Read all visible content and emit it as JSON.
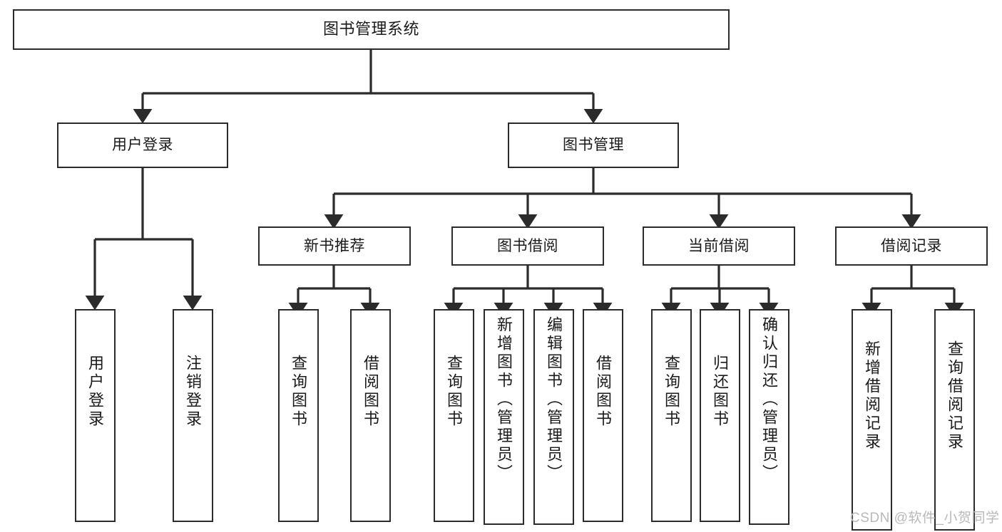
{
  "diagram": {
    "title": "图书管理系统",
    "type": "tree-hierarchy",
    "watermark": "CSDN @软件_小贺同学",
    "colors": {
      "stroke": "#2b2b2b",
      "fill": "#ffffff",
      "text": "#1a1a1a",
      "watermark": "#b9b9b9"
    },
    "nodes": {
      "root": {
        "label": "图书管理系统"
      },
      "level2": [
        {
          "id": "user-login",
          "label": "用户登录"
        },
        {
          "id": "book-manage",
          "label": "图书管理"
        }
      ],
      "level3": [
        {
          "id": "new-book-rec",
          "label": "新书推荐"
        },
        {
          "id": "book-borrow",
          "label": "图书借阅"
        },
        {
          "id": "current-borrow",
          "label": "当前借阅"
        },
        {
          "id": "borrow-record",
          "label": "借阅记录"
        }
      ],
      "leaves": {
        "user-login": [
          {
            "id": "leaf-user-login",
            "label": "用户登录"
          },
          {
            "id": "leaf-logout",
            "label": "注销登录"
          }
        ],
        "new-book-rec": [
          {
            "id": "leaf-query-book-1",
            "label": "查询图书"
          },
          {
            "id": "leaf-borrow-book-1",
            "label": "借阅图书"
          }
        ],
        "book-borrow": [
          {
            "id": "leaf-query-book-2",
            "label": "查询图书"
          },
          {
            "id": "leaf-add-book",
            "label": "新增图书（管理员）"
          },
          {
            "id": "leaf-edit-book",
            "label": "编辑图书（管理员）"
          },
          {
            "id": "leaf-borrow-book-2",
            "label": "借阅图书"
          }
        ],
        "current-borrow": [
          {
            "id": "leaf-query-book-3",
            "label": "查询图书"
          },
          {
            "id": "leaf-return-book",
            "label": "归还图书"
          },
          {
            "id": "leaf-confirm-return",
            "label": "确认归还（管理员）"
          }
        ],
        "borrow-record": [
          {
            "id": "leaf-add-record",
            "label": "新增借阅记录"
          },
          {
            "id": "leaf-query-record",
            "label": "查询借阅记录"
          }
        ]
      }
    }
  }
}
